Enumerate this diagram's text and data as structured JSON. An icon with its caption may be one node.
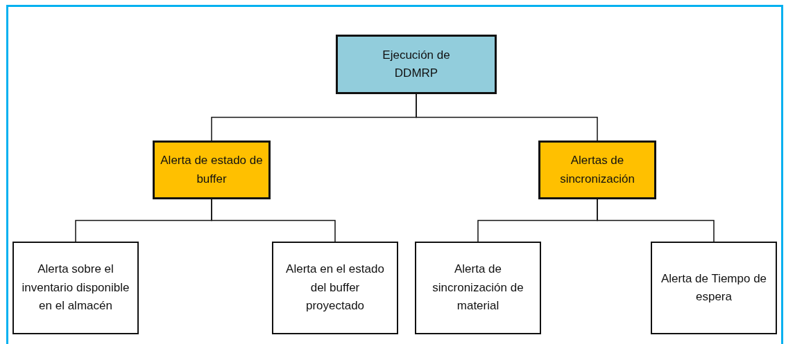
{
  "diagram": {
    "nodes": [
      {
        "text": [
          "Ejecución de DDMRP"
        ]
      },
      {
        "text": [
          "Alerta de estado de buffer"
        ]
      },
      {
        "text": [
          "Alertas de sincronización"
        ]
      },
      {
        "text": [
          "Alerta sobre el inventario disponible en el almacén"
        ]
      },
      {
        "text": [
          "Alerta en el estado del buffer proyectado"
        ]
      },
      {
        "text": [
          "Alerta de sincronización de material"
        ]
      },
      {
        "text": [
          "Alerta de Tiempo de espera"
        ]
      }
    ],
    "edges": [
      {
        "from": 0,
        "to": 1,
        "arrow": "none"
      },
      {
        "from": 0,
        "to": 2,
        "arrow": "none"
      },
      {
        "from": 1,
        "to": 3,
        "arrow": "none"
      },
      {
        "from": 1,
        "to": 4,
        "arrow": "none"
      },
      {
        "from": 2,
        "to": 5,
        "arrow": "none"
      },
      {
        "from": 2,
        "to": 6,
        "arrow": "none"
      }
    ]
  }
}
